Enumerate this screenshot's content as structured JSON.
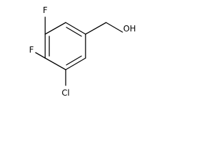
{
  "molecule": {
    "labels": {
      "fluorine_top": "F",
      "fluorine_left": "F",
      "chlorine": "Cl",
      "hydroxyl": "OH"
    }
  }
}
